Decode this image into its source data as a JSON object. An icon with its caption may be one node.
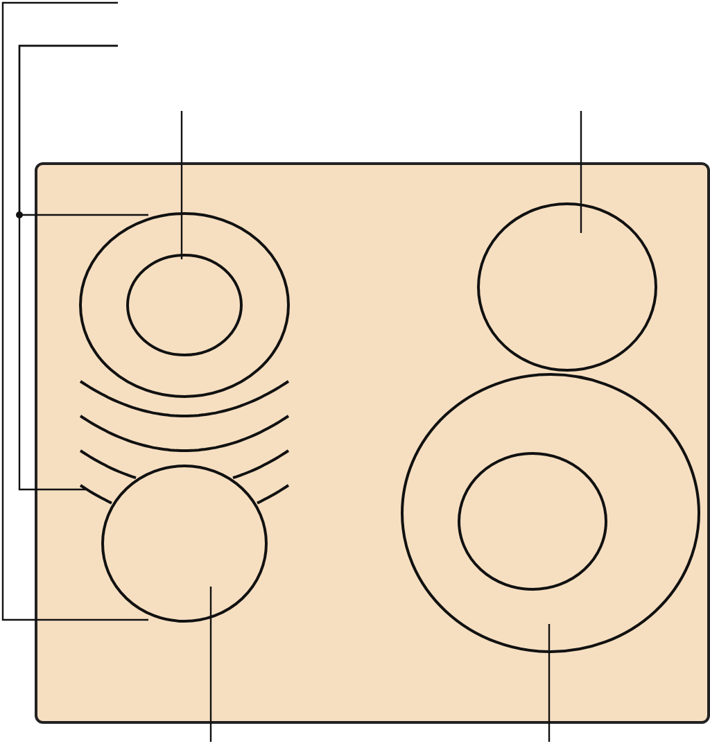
{
  "diagram": {
    "nodes": [
      {
        "text": [],
        "shape": "box"
      },
      {
        "text": [],
        "shape": "circle",
        "in": 0
      },
      {
        "text": [],
        "shape": "circle",
        "in": 1
      },
      {
        "text": [],
        "shape": "circle",
        "in": 0
      },
      {
        "text": [],
        "shape": "arc",
        "in": 0
      },
      {
        "text": [],
        "shape": "circle",
        "in": 0
      },
      {
        "text": [],
        "shape": "circle",
        "in": 0
      },
      {
        "text": [],
        "shape": "circle",
        "in": 6
      }
    ],
    "edges": [
      {
        "from": null,
        "to": 5,
        "arrow": "none"
      },
      {
        "from": null,
        "to": 1,
        "arrow": "none"
      },
      {
        "from": null,
        "to": 4,
        "arrow": "none"
      },
      {
        "from": null,
        "to": 2,
        "arrow": "none"
      },
      {
        "from": null,
        "to": 3,
        "arrow": "none"
      },
      {
        "from": null,
        "to": 5,
        "arrow": "none"
      },
      {
        "from": null,
        "to": 6,
        "arrow": "none"
      }
    ]
  }
}
